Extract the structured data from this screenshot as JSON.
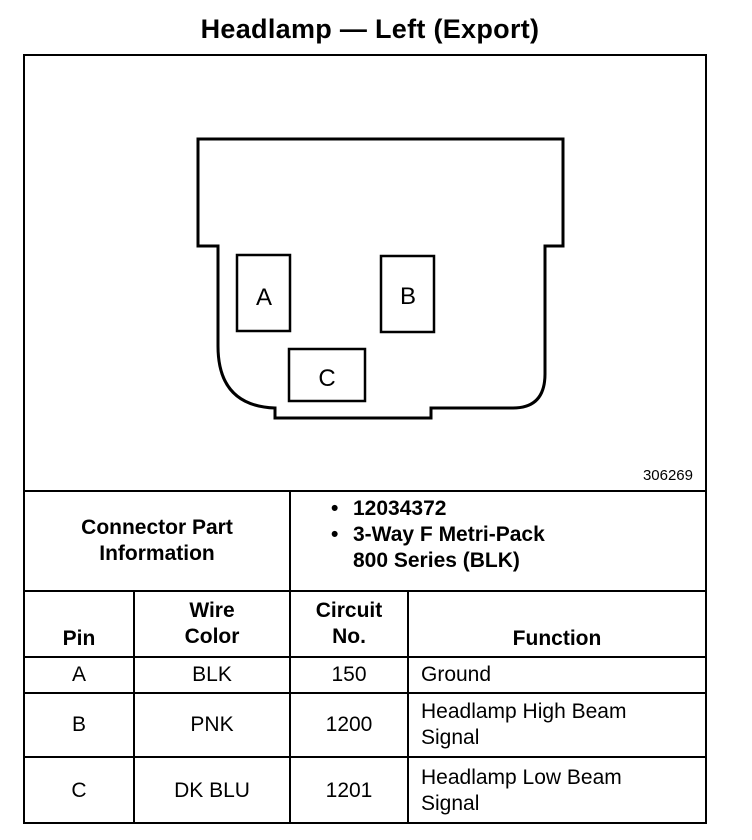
{
  "title": "Headlamp — Left (Export)",
  "figure_id": "306269",
  "connector": {
    "pins": [
      {
        "id": "A",
        "label": "A"
      },
      {
        "id": "B",
        "label": "B"
      },
      {
        "id": "C",
        "label": "C"
      }
    ]
  },
  "part_info": {
    "label_line1": "Connector Part",
    "label_line2": "Information",
    "items": [
      "12034372",
      "3-Way F Metri-Pack",
      "800 Series (BLK)"
    ]
  },
  "table": {
    "headers": {
      "pin": "Pin",
      "wire_color_line1": "Wire",
      "wire_color_line2": "Color",
      "circuit_line1": "Circuit",
      "circuit_line2": "No.",
      "function": "Function"
    },
    "rows": [
      {
        "pin": "A",
        "wire_color": "BLK",
        "circuit": "150",
        "function_line1": "Ground",
        "function_line2": ""
      },
      {
        "pin": "B",
        "wire_color": "PNK",
        "circuit": "1200",
        "function_line1": "Headlamp High Beam",
        "function_line2": "Signal"
      },
      {
        "pin": "C",
        "wire_color": "DK BLU",
        "circuit": "1201",
        "function_line1": "Headlamp Low Beam",
        "function_line2": "Signal"
      }
    ]
  }
}
